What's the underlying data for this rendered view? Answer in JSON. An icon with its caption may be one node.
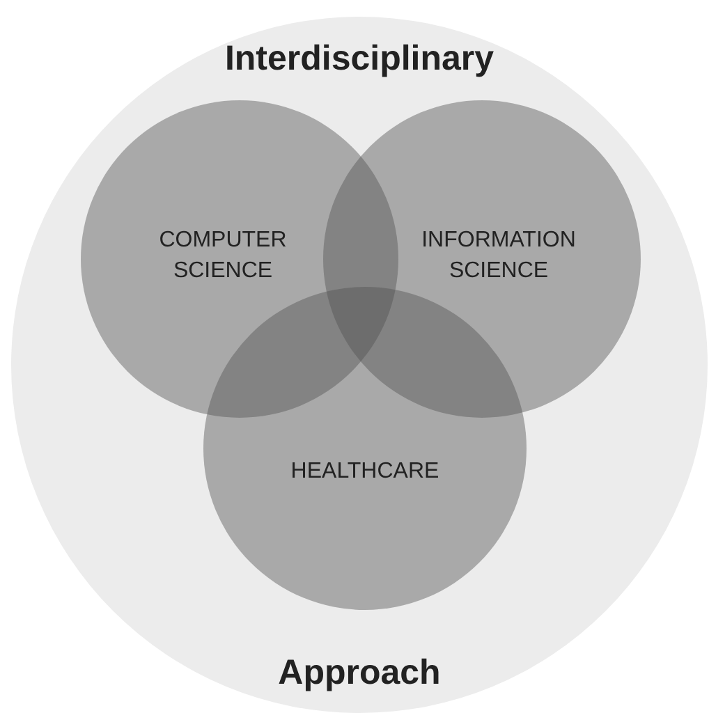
{
  "diagram": {
    "nodes": [
      {
        "text": [
          "Interdisciplinary",
          "Approach"
        ]
      },
      {
        "text": [
          "COMPUTER SCIENCE"
        ],
        "in": 0
      },
      {
        "text": [
          "INFORMATION SCIENCE"
        ],
        "in": 0
      },
      {
        "text": [
          "HEALTHCARE"
        ],
        "in": 0
      }
    ],
    "edges": []
  }
}
